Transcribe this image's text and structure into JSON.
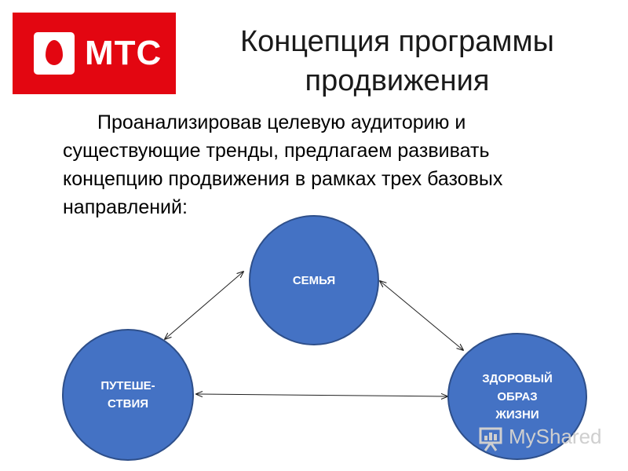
{
  "logo": {
    "brand_text": "МТС",
    "color": "#e30611"
  },
  "title": {
    "line1": "Концепция программы",
    "line2": "продвижения"
  },
  "intro_text": "Проанализировав целевую аудиторию и существующие тренды, предлагаем развивать концепцию продвижения в рамках трех базовых направлений:",
  "diagram": {
    "nodes": [
      {
        "id": "family",
        "label_lines": [
          "СЕМЬЯ"
        ]
      },
      {
        "id": "travel",
        "label_lines": [
          "ПУТЕШЕ-",
          "СТВИЯ"
        ]
      },
      {
        "id": "health",
        "label_lines": [
          "ЗДОРОВЫЙ",
          "ОБРАЗ",
          "ЖИЗНИ"
        ]
      }
    ],
    "edges": [
      {
        "from": "family",
        "to": "travel",
        "type": "bidirectional-arrow"
      },
      {
        "from": "family",
        "to": "health",
        "type": "bidirectional-arrow"
      },
      {
        "from": "travel",
        "to": "health",
        "type": "bidirectional-arrow"
      }
    ],
    "node_fill": "#4472c4",
    "node_stroke": "#2e4f8a"
  },
  "watermark": {
    "text": "MyShared",
    "icon": "presentation-board-icon"
  }
}
